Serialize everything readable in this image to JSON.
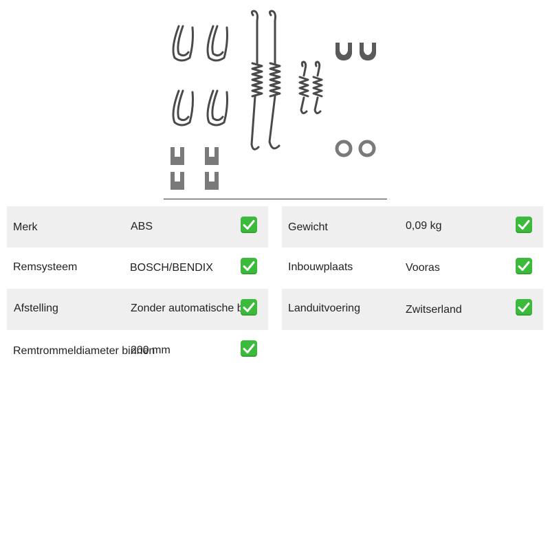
{
  "product": {
    "image_alt": "remschoen-montageset",
    "part_icons": [
      "hold-down-clip-icon",
      "return-spring-icon",
      "small-spring-icon",
      "u-clip-icon",
      "washer-icon",
      "retainer-plate-icon"
    ]
  },
  "specs": {
    "left": [
      {
        "label": "Merk",
        "value": "ABS",
        "status_icon": "check-icon"
      },
      {
        "label": "Remsysteem",
        "value": "BOSCH/BENDIX",
        "status_icon": "check-icon"
      },
      {
        "label": "Afstelling",
        "value": "Zonder automatische bijst",
        "status_icon": "check-icon"
      },
      {
        "label": "Remtrommeldiameter binnen",
        "value": "200 mm",
        "status_icon": "check-icon"
      }
    ],
    "right": [
      {
        "label": "Gewicht",
        "value": "0,09 kg",
        "status_icon": "check-icon"
      },
      {
        "label": "Inbouwplaats",
        "value": "Vooras",
        "status_icon": "check-icon"
      },
      {
        "label": "Landuitvoering",
        "value": "Zwitserland",
        "status_icon": "check-icon"
      }
    ]
  },
  "colors": {
    "row_shade": "#efefef",
    "check_green": "#3cba3c",
    "text": "#222222"
  }
}
